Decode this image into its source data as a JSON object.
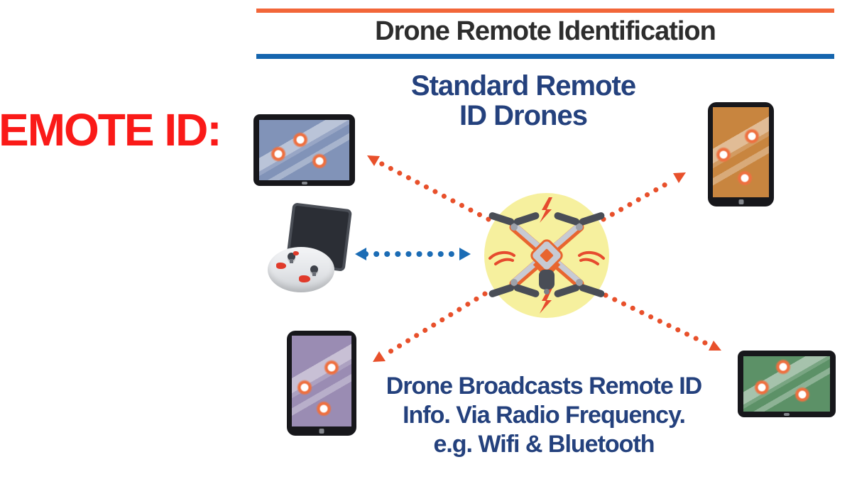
{
  "header": {
    "title": "Drone Remote Identification"
  },
  "left_label": {
    "text": "EMOTE ID:"
  },
  "hub": {
    "subtitle": [
      "Standard Remote",
      "ID Drones"
    ],
    "caption": [
      "Drone Broadcasts Remote ID",
      "Info. Via Radio Frequency.",
      "e.g. Wifi & Bluetooth"
    ]
  },
  "colors": {
    "rule_orange": "#F26639",
    "rule_blue": "#1565AE",
    "title_dark": "#2D2D2D",
    "label_red": "#FA1A18",
    "text_navy": "#24417D",
    "arrow_orange": "#E8502B",
    "arrow_blue": "#1B6CB5",
    "hub_yellow": "#F6F09E",
    "screen_top_left": "#8193B8",
    "screen_top_right": "#C8853F",
    "screen_bottom_left": "#9A8CB3",
    "screen_bottom_right": "#5C9167"
  },
  "devices": [
    {
      "id": "receiver-monitor-top-left",
      "type": "landscape-monitor",
      "signal_dots": 3
    },
    {
      "id": "receiver-tablet-top-right",
      "type": "portrait-tablet",
      "signal_dots": 3
    },
    {
      "id": "receiver-tablet-bottom-left",
      "type": "portrait-tablet",
      "signal_dots": 3
    },
    {
      "id": "receiver-monitor-bottom-right",
      "type": "landscape-monitor",
      "signal_dots": 3
    },
    {
      "id": "remote-controller",
      "type": "controller-with-display"
    }
  ]
}
